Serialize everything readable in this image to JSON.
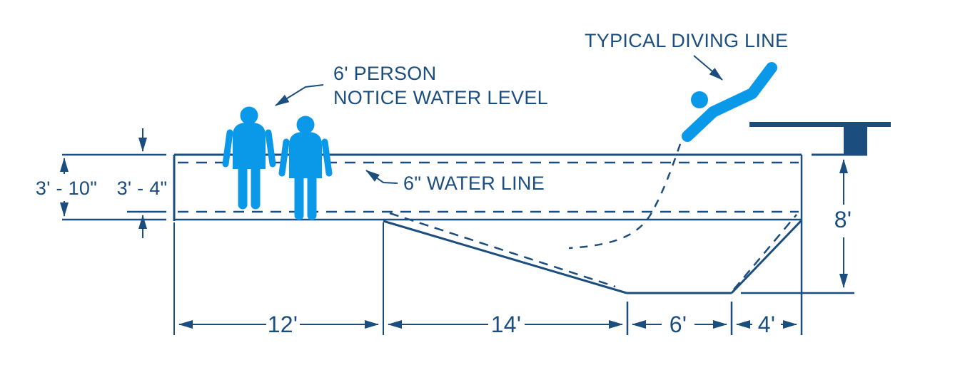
{
  "figure": {
    "labels": {
      "diving_line": "TYPICAL DIVING LINE",
      "person_line1": "6' PERSON",
      "person_line2": "NOTICE WATER LEVEL",
      "water_line": "6\" WATER LINE"
    },
    "dimensions": {
      "overall_depth_shallow": "3' - 10\"",
      "water_depth_shallow": "3' - 4\"",
      "shallow_length": "12'",
      "slope_length": "14'",
      "deep_bottom_length": "6'",
      "deep_end_length": "4'",
      "deep_depth": "8'"
    },
    "colors": {
      "line": "#1b4d7e",
      "figure": "#0999e8",
      "background": "#ffffff"
    }
  }
}
